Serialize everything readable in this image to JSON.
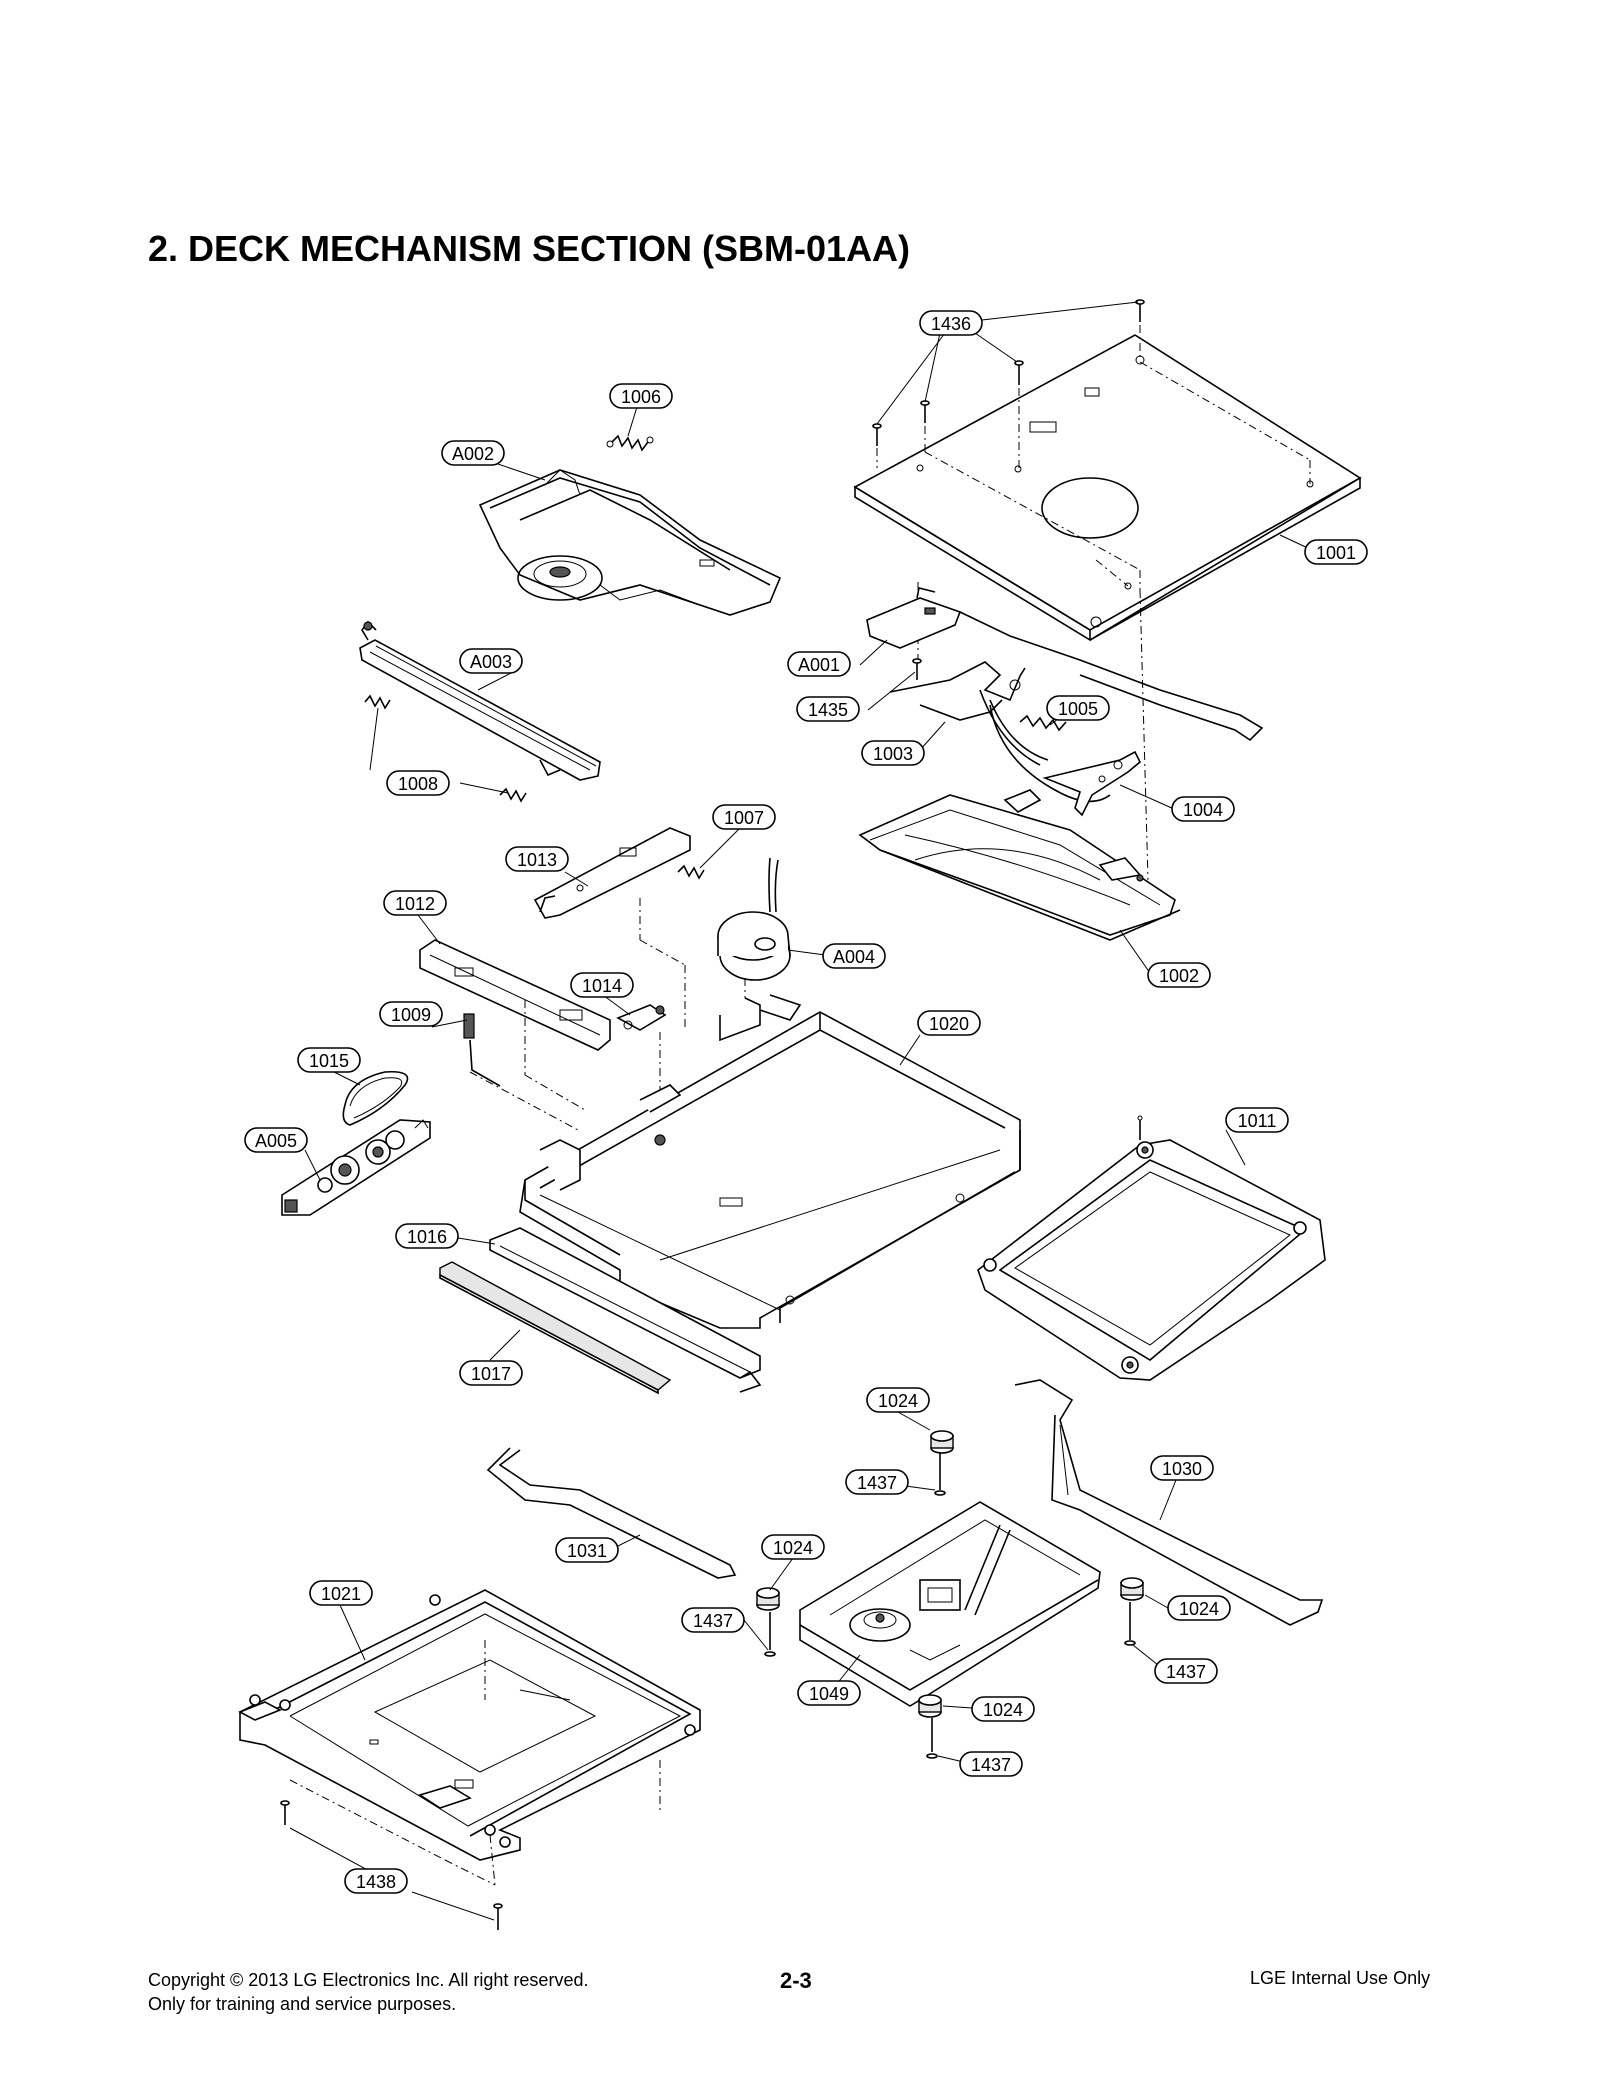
{
  "title": "2. DECK MECHANISM SECTION (SBM-01AA)",
  "parts": {
    "p1436": "1436",
    "p1006": "1006",
    "pA002": "A002",
    "p1001": "1001",
    "pA003": "A003",
    "pA001": "A001",
    "p1435": "1435",
    "p1005": "1005",
    "p1003": "1003",
    "p1008": "1008",
    "p1004": "1004",
    "p1007": "1007",
    "p1013": "1013",
    "p1012": "1012",
    "pA004": "A004",
    "p1002": "1002",
    "p1014": "1014",
    "p1009": "1009",
    "p1020": "1020",
    "p1015": "1015",
    "p1011": "1011",
    "pA005": "A005",
    "p1016": "1016",
    "p1017": "1017",
    "p1024a": "1024",
    "p1030": "1030",
    "p1437a": "1437",
    "p1031": "1031",
    "p1024b": "1024",
    "p1021": "1021",
    "p1437b": "1437",
    "p1024c": "1024",
    "p1049": "1049",
    "p1437c": "1437",
    "p1024d": "1024",
    "p1437d": "1437",
    "p1438": "1438"
  },
  "footer": {
    "copyright_line1": "Copyright © 2013 LG Electronics Inc. All right reserved.",
    "copyright_line2": "Only for training and service purposes.",
    "page_number": "2-3",
    "internal": "LGE Internal Use Only"
  }
}
